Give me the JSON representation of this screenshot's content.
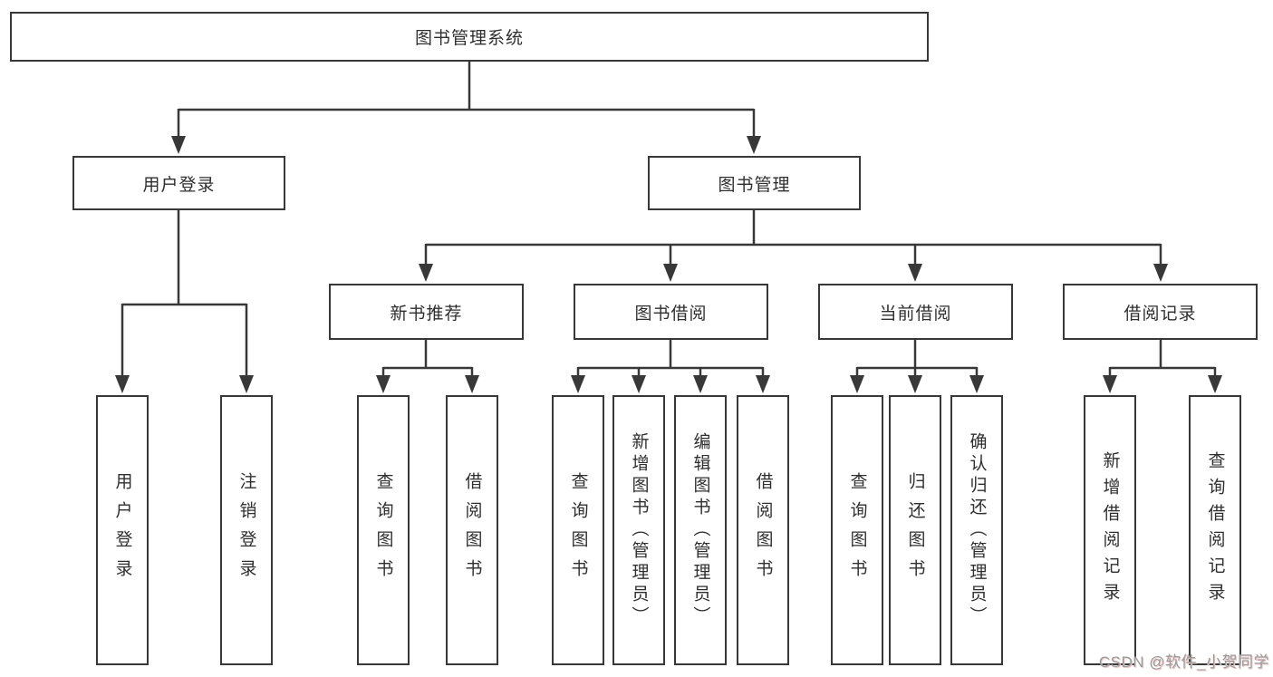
{
  "nodes": {
    "root": {
      "label": "图书管理系统"
    },
    "level2": [
      {
        "label": "用户登录"
      },
      {
        "label": "图书管理"
      }
    ],
    "level3": [
      {
        "label": "新书推荐",
        "parent": "图书管理"
      },
      {
        "label": "图书借阅",
        "parent": "图书管理"
      },
      {
        "label": "当前借阅",
        "parent": "图书管理"
      },
      {
        "label": "借阅记录",
        "parent": "图书管理"
      }
    ],
    "level4": [
      {
        "label": "用户登录",
        "parent": "用户登录"
      },
      {
        "label": "注销登录",
        "parent": "用户登录"
      },
      {
        "label": "查询图书",
        "parent": "新书推荐"
      },
      {
        "label": "借阅图书",
        "parent": "新书推荐"
      },
      {
        "label": "查询图书",
        "parent": "图书借阅"
      },
      {
        "label": "新增图书（管理员）",
        "parent": "图书借阅"
      },
      {
        "label": "编辑图书（管理员）",
        "parent": "图书借阅"
      },
      {
        "label": "借阅图书",
        "parent": "图书借阅"
      },
      {
        "label": "查询图书",
        "parent": "当前借阅"
      },
      {
        "label": "归还图书",
        "parent": "当前借阅"
      },
      {
        "label": "确认归还（管理员）",
        "parent": "当前借阅"
      },
      {
        "label": "新增借阅记录",
        "parent": "借阅记录"
      },
      {
        "label": "查询借阅记录",
        "parent": "借阅记录"
      }
    ]
  },
  "watermark": {
    "text": "CSDN @软件_小贺同学"
  },
  "colors": {
    "line": "#383838",
    "box_border": "#383838",
    "text": "#2f2f2f",
    "background": "#ffffff",
    "watermark_text": "#9b9b9b",
    "watermark_tint": "#edc6c6"
  }
}
